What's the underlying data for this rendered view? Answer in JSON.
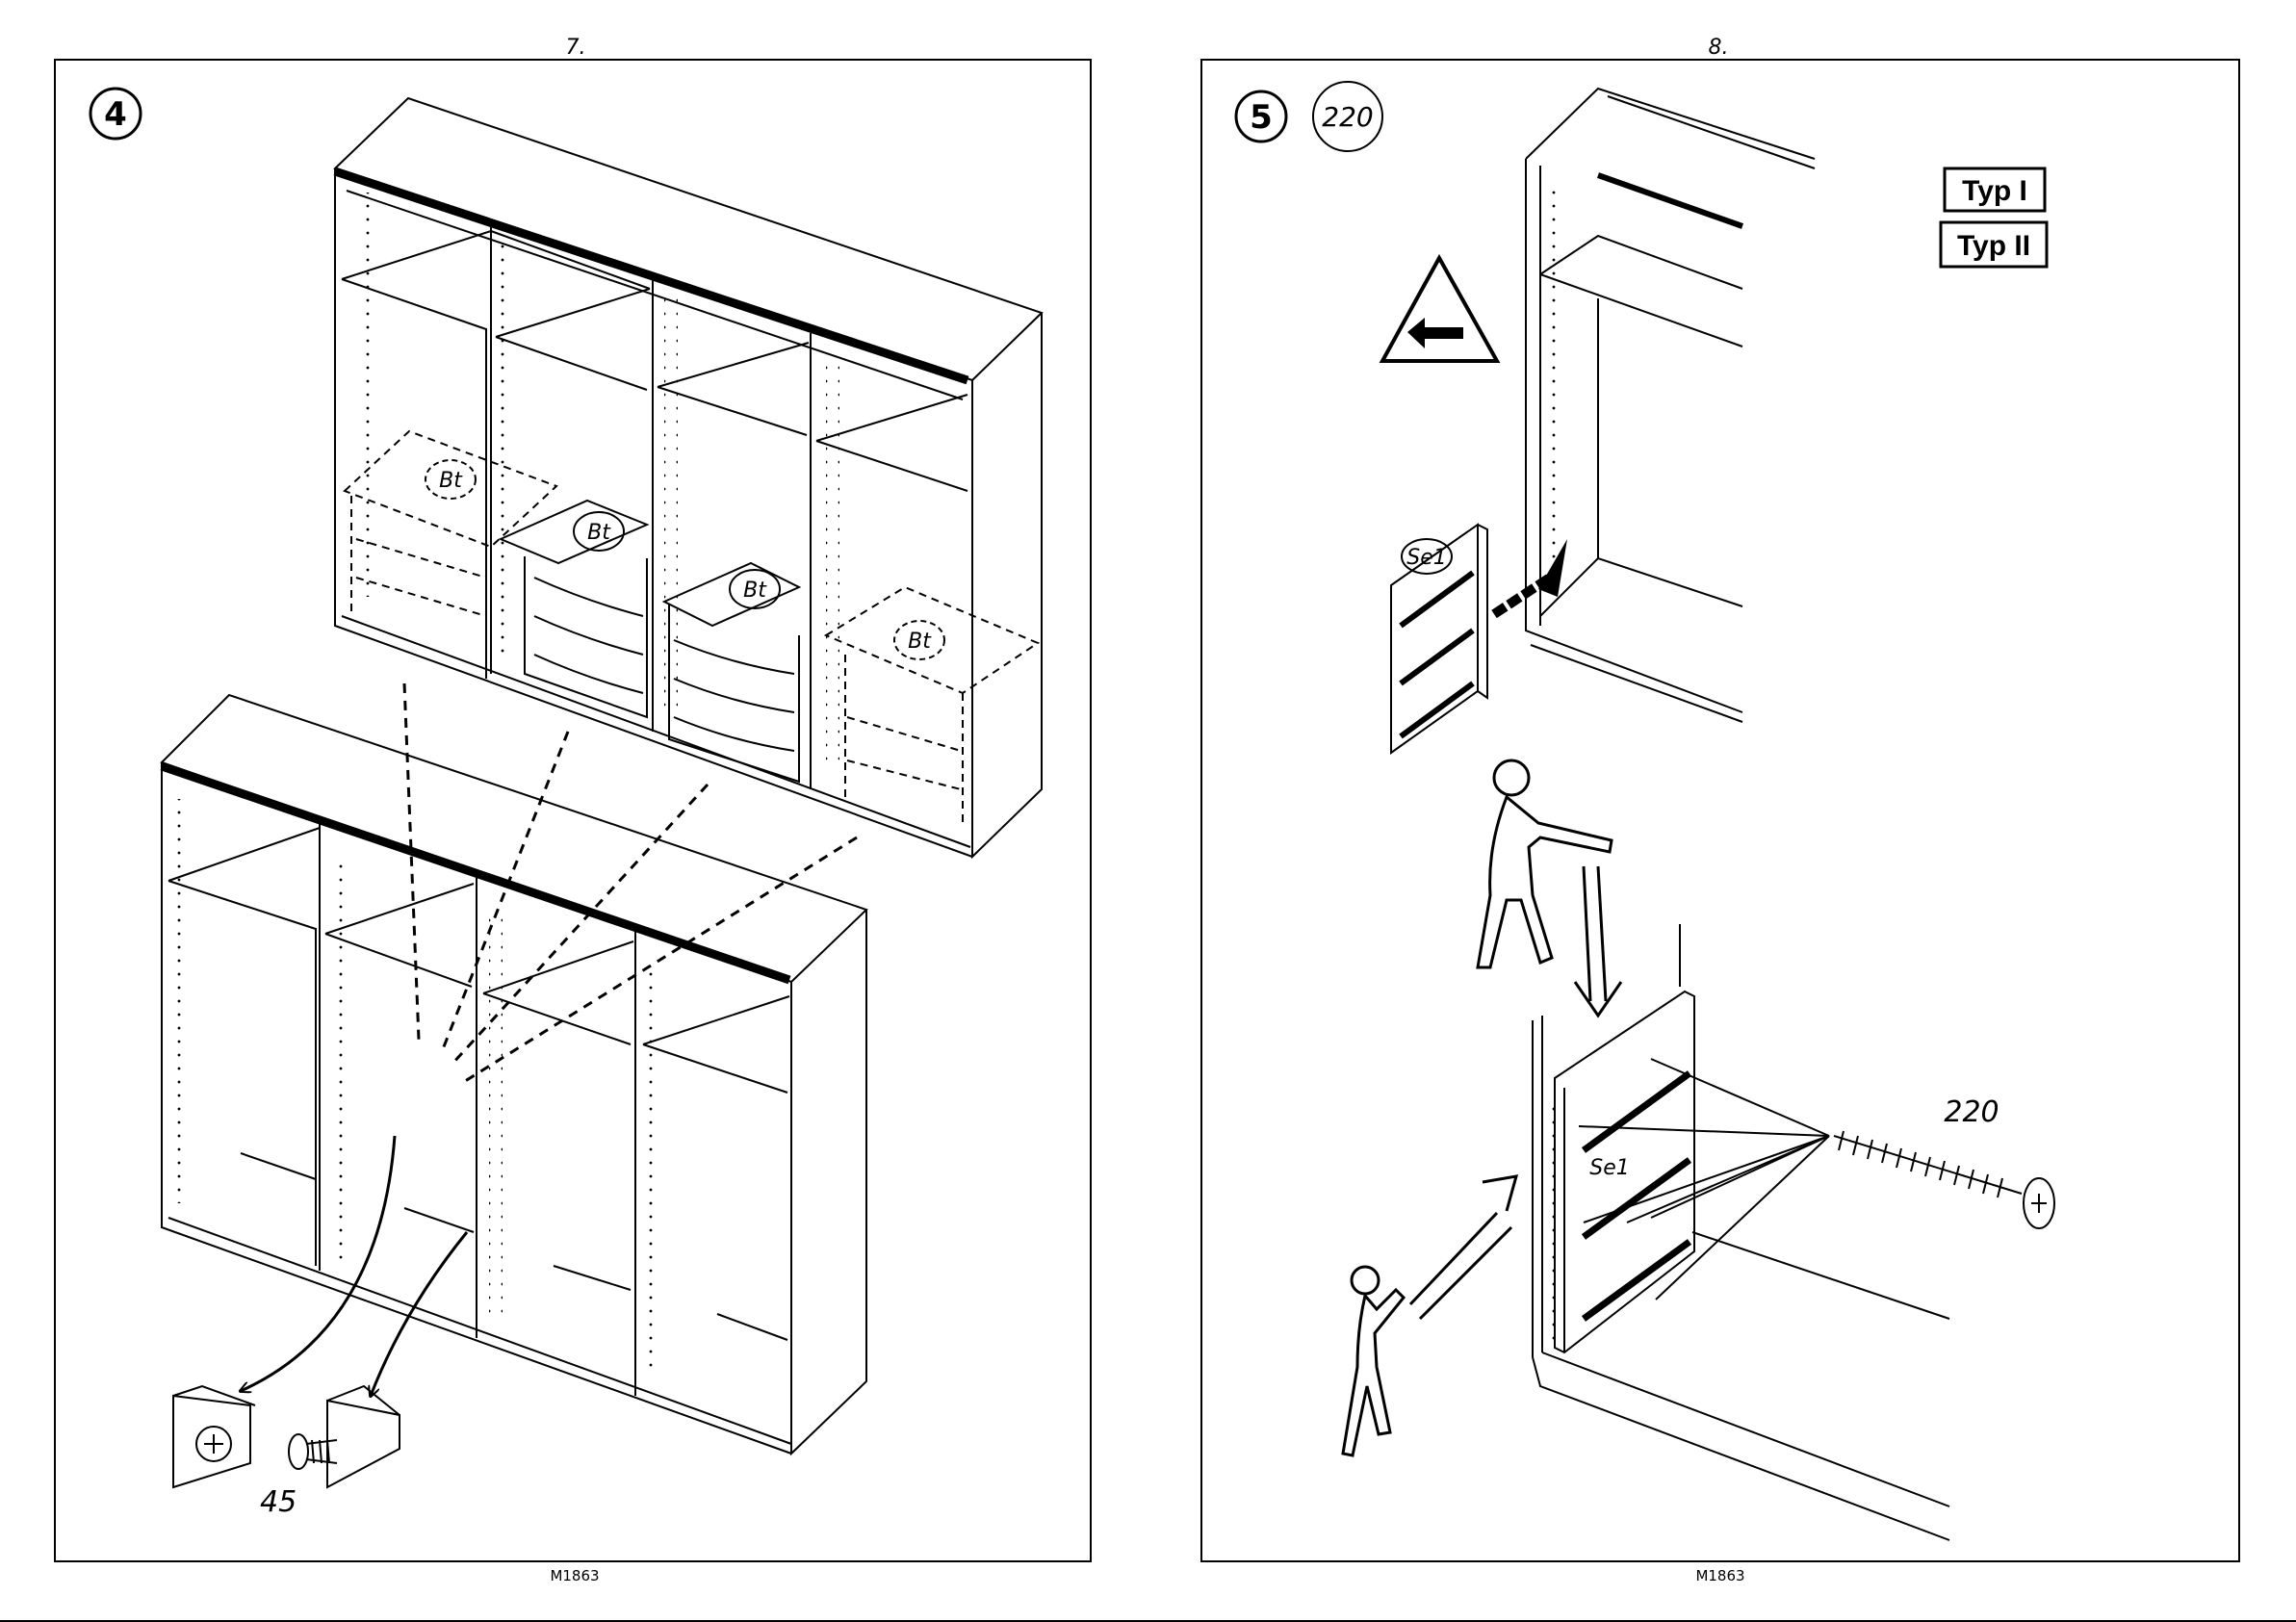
{
  "pages": [
    {
      "page_number": "7.",
      "step": "4",
      "labels": {
        "bt": "Bt",
        "screw_qty": "45"
      },
      "footer": "M1863"
    },
    {
      "page_number": "8.",
      "step": "5",
      "part_qty_badge": "220",
      "types": [
        "Typ I",
        "Typ II"
      ],
      "labels": {
        "se1_panel": "Se1",
        "se1_rail": "Se1",
        "screw_qty": "220"
      },
      "footer": "M1863"
    }
  ],
  "icons": [
    "warning-triangle-arrow-icon",
    "person-icon",
    "screw-icon",
    "bracket-icon"
  ],
  "colors": {
    "line": "#000000",
    "background": "#ffffff"
  }
}
